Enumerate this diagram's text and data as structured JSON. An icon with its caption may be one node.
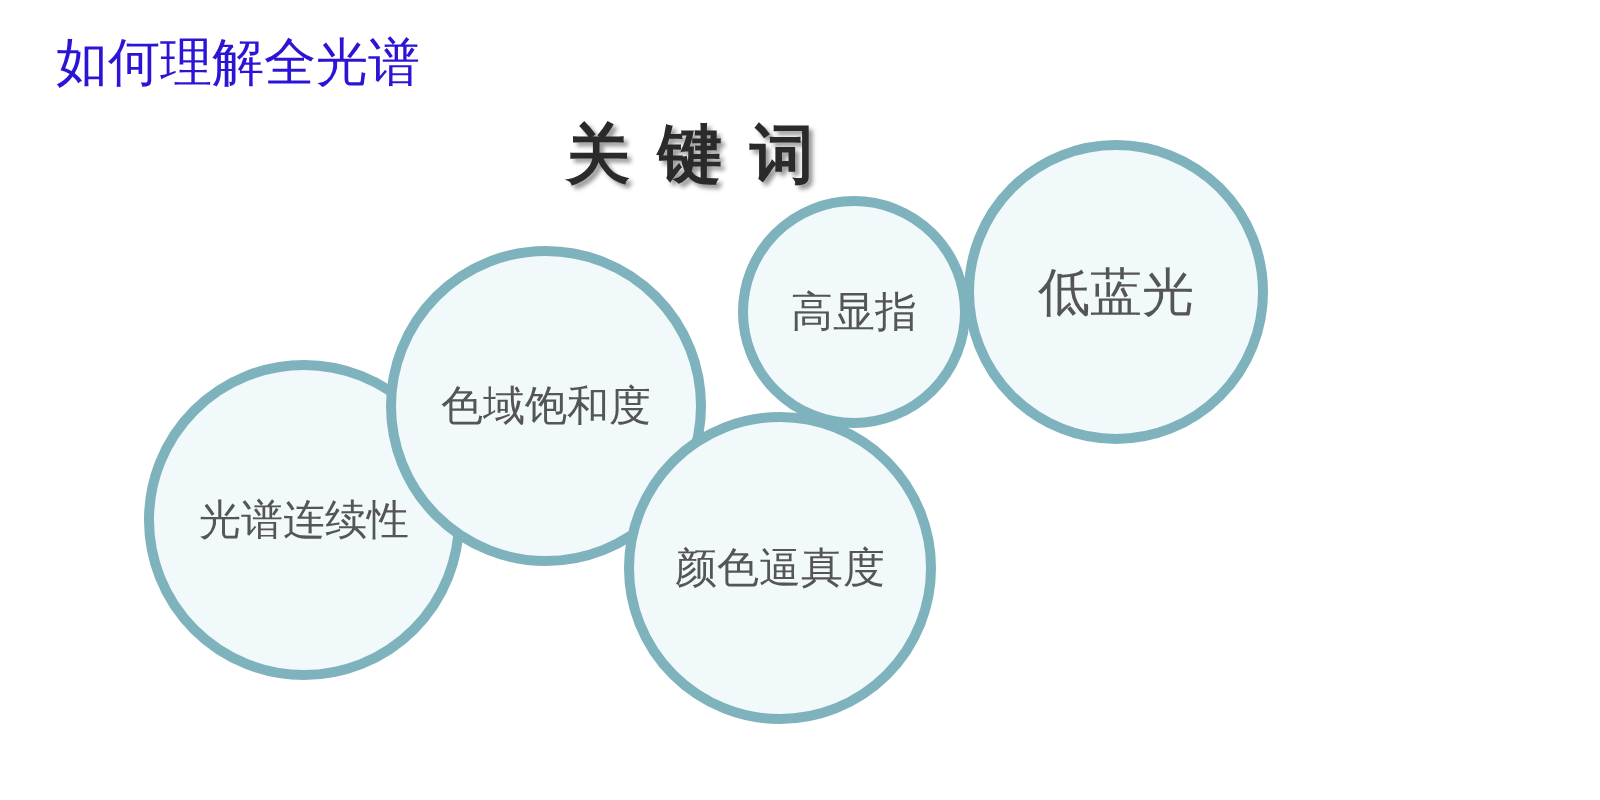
{
  "diagram": {
    "title": "如何理解全光谱",
    "labels": [
      "关键词"
    ],
    "nodes": [
      {
        "text": [
          "光谱连续性"
        ]
      },
      {
        "text": [
          "色域饱和度"
        ]
      },
      {
        "text": [
          "高显指"
        ]
      },
      {
        "text": [
          "颜色逼真度"
        ]
      },
      {
        "text": [
          "低蓝光"
        ]
      }
    ],
    "edges": []
  }
}
